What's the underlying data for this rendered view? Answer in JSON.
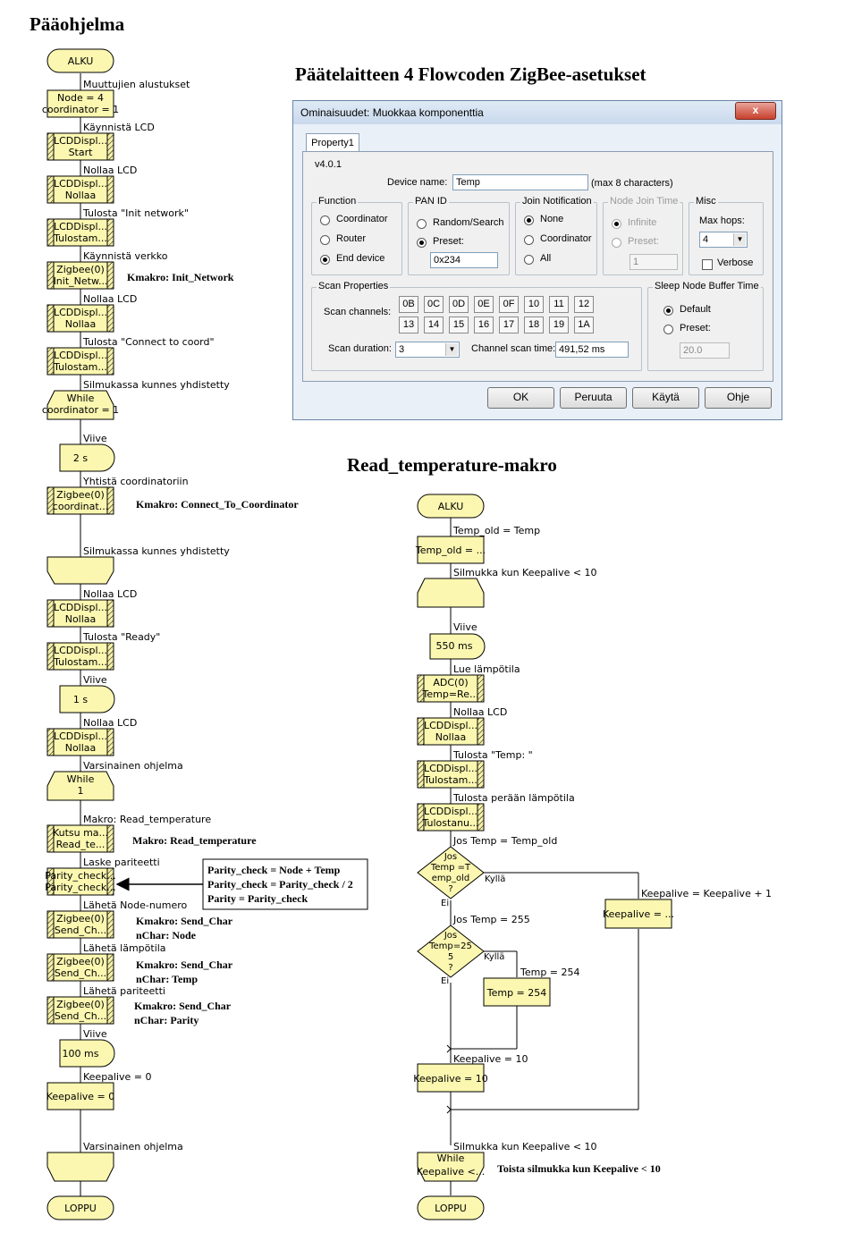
{
  "titles": {
    "main": "Pääohjelma",
    "zigbee": "Päätelaitteen 4 Flowcoden ZigBee-asetukset",
    "macro": "Read_temperature-makro"
  },
  "main_flow": {
    "start": "ALKU",
    "end": "LOPPU",
    "nodes": [
      {
        "label": "Muuttujien alustukset",
        "l1": "Node = 4",
        "l2": "coordinator = 1"
      },
      {
        "label": "Käynnistä LCD",
        "l1": "LCDDispl...",
        "l2": "Start"
      },
      {
        "label": "Nollaa LCD",
        "l1": "LCDDispl...",
        "l2": "Nollaa"
      },
      {
        "label": "Tulosta \"Init network\"",
        "l1": "LCDDispl...",
        "l2": "Tulostam..."
      },
      {
        "label": "Käynnistä verkko",
        "l1": "Zigbee(0)",
        "l2": "Init_Netw..."
      },
      {
        "label": "Nollaa LCD",
        "l1": "LCDDispl...",
        "l2": "Nollaa"
      },
      {
        "label": "Tulosta \"Connect to coord\"",
        "l1": "LCDDispl...",
        "l2": "Tulostam..."
      },
      {
        "label": "Silmukassa kunnes yhdistetty",
        "l1": "While",
        "l2": "coordinator = 1"
      },
      {
        "label": "Viive",
        "l1": "2 s"
      },
      {
        "label": "Yhtistä coordinatoriin",
        "l1": "Zigbee(0)",
        "l2": "coordinat..."
      },
      {
        "label": "Silmukassa kunnes yhdistetty"
      },
      {
        "label": "Nollaa LCD",
        "l1": "LCDDispl...",
        "l2": "Nollaa"
      },
      {
        "label": "Tulosta \"Ready\"",
        "l1": "LCDDispl...",
        "l2": "Tulostam..."
      },
      {
        "label": "Viive",
        "l1": "1 s"
      },
      {
        "label": "Nollaa LCD",
        "l1": "LCDDispl...",
        "l2": "Nollaa"
      },
      {
        "label": "Varsinainen ohjelma",
        "l1": "While",
        "l2": "1"
      },
      {
        "label": "Makro: Read_temperature",
        "l1": "Kutsu ma...",
        "l2": "Read_te..."
      },
      {
        "label": "Laske pariteetti",
        "l1": "Parity_check...",
        "l2": "Parity_check..."
      },
      {
        "label": "Lähetä Node-numero",
        "l1": "Zigbee(0)",
        "l2": "Send_Ch..."
      },
      {
        "label": "Lähetä lämpötila",
        "l1": "Zigbee(0)",
        "l2": "Send_Ch..."
      },
      {
        "label": "Lähetä pariteetti",
        "l1": "Zigbee(0)",
        "l2": "Send_Ch..."
      },
      {
        "label": "Viive",
        "l1": "100 ms"
      },
      {
        "label": "Keepalive = 0",
        "l1": "Keepalive = 0"
      },
      {
        "label": "Varsinainen ohjelma"
      }
    ],
    "annotations": {
      "init": "Kmakro: Init_Network",
      "connect": "Kmakro: Connect_To_Coordinator",
      "read": "Makro: Read_temperature",
      "send1a": "Kmakro: Send_Char",
      "send1b": "nChar: Node",
      "send2a": "Kmakro: Send_Char",
      "send2b": "nChar: Temp",
      "send3a": "Kmakro: Send_Char",
      "send3b": "nChar: Parity"
    },
    "parity_box": [
      "Parity_check = Node + Temp",
      "Parity_check = Parity_check / 2",
      "Parity = Parity_check"
    ]
  },
  "dialog": {
    "title": "Ominaisuudet: Muokkaa komponenttia",
    "close": "x",
    "tab": "Property1",
    "version": "v4.0.1",
    "device_name_label": "Device name:",
    "device_name_value": "Temp",
    "device_name_hint": "(max 8 characters)",
    "function": {
      "legend": "Function",
      "options": [
        "Coordinator",
        "Router",
        "End device"
      ]
    },
    "pan": {
      "legend": "PAN ID",
      "random": "Random/Search",
      "preset": "Preset:",
      "value": "0x234"
    },
    "join": {
      "legend": "Join Notification",
      "options": [
        "None",
        "Coordinator",
        "All"
      ]
    },
    "jointime": {
      "legend": "Node Join Time",
      "infinite": "Infinite",
      "preset": "Preset:",
      "value": "1"
    },
    "misc": {
      "legend": "Misc",
      "maxhops": "Max hops:",
      "maxhops_value": "4",
      "verbose": "Verbose"
    },
    "scan": {
      "legend": "Scan Properties",
      "channels_label": "Scan channels:",
      "row1": [
        "0B",
        "0C",
        "0D",
        "0E",
        "0F",
        "10",
        "11",
        "12"
      ],
      "row2": [
        "13",
        "14",
        "15",
        "16",
        "17",
        "18",
        "19",
        "1A"
      ],
      "duration_label": "Scan duration:",
      "duration_value": "3",
      "chtime_label": "Channel scan time:",
      "chtime_value": "491,52 ms"
    },
    "sleep": {
      "legend": "Sleep Node Buffer Time",
      "default": "Default",
      "preset": "Preset:",
      "value": "20.0"
    },
    "buttons": [
      "OK",
      "Peruuta",
      "Käytä",
      "Ohje"
    ]
  },
  "macro_flow": {
    "start": "ALKU",
    "end": "LOPPU",
    "l_temp_old": "Temp_old = Temp",
    "b_temp_old": "Temp_old = ...",
    "l_loop": "Silmukka kun Keepalive < 10",
    "l_delay": "Viive",
    "b_delay": "550 ms",
    "l_adc": "Lue lämpötila",
    "b_adc1": "ADC(0)",
    "b_adc2": "Temp=Re...",
    "l_clear": "Nollaa LCD",
    "b_clear1": "LCDDispl...",
    "b_clear2": "Nollaa",
    "l_print": "Tulosta \"Temp: \"",
    "b_print1": "LCDDispl...",
    "b_print2": "Tulostam...",
    "l_print2": "Tulosta perään lämpötila",
    "b_print21": "LCDDispl...",
    "b_print22": "Tulostanu...",
    "l_if1": "Jos Temp = Temp_old",
    "d1": [
      "Jos",
      "Temp =T",
      "emp_old",
      "?"
    ],
    "yes": "Kyllä",
    "no": "Ei",
    "l_keep1": "Keepalive = Keepalive + 1",
    "b_keep1": "Keepalive = ...",
    "l_if2": "Jos Temp = 255",
    "d2": [
      "Jos",
      "Temp=25",
      "5",
      "?"
    ],
    "l_t254": "Temp = 254",
    "b_t254": "Temp = 254",
    "l_keep10": "Keepalive = 10",
    "b_keep10": "Keepalive = 10",
    "l_while": "Silmukka kun Keepalive < 10",
    "b_while1": "While",
    "b_while2": "Keepalive <...",
    "ann_while": "Toista silmukka kun Keepalive < 10"
  }
}
